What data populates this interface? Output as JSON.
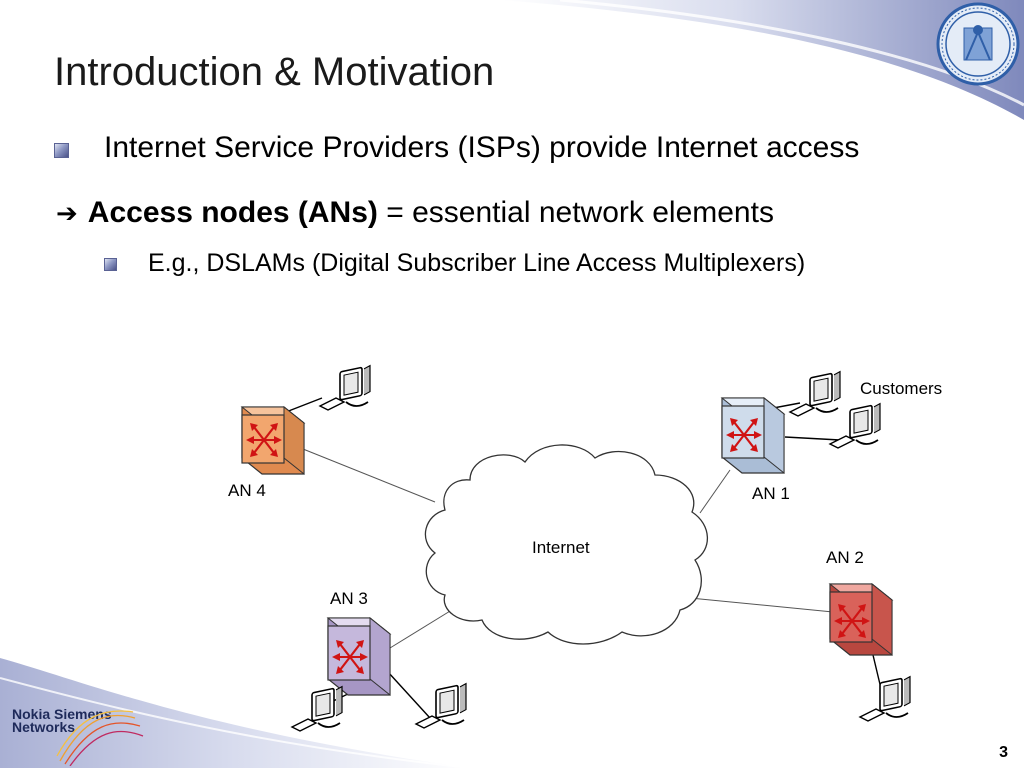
{
  "slide": {
    "title": "Introduction & Motivation",
    "bullet1": "Internet Service Providers (ISPs) provide Internet access",
    "bullet2_arrow": "➔",
    "bullet2_bold": "Access nodes (ANs)",
    "bullet2_rest": " = essential network elements",
    "bullet3": "E.g., DSLAMs (Digital Subscriber Line Access Multiplexers)",
    "page_number": "3"
  },
  "diagram": {
    "cloud_label": "Internet",
    "customers_label": "Customers",
    "nodes": [
      {
        "id": "an4",
        "label": "AN 4",
        "color": "#f2a66e"
      },
      {
        "id": "an1",
        "label": "AN 1",
        "color": "#cfdceb"
      },
      {
        "id": "an2",
        "label": "AN 2",
        "color": "#d9625a"
      },
      {
        "id": "an3",
        "label": "AN 3",
        "color": "#c5b8dc"
      }
    ]
  },
  "branding": {
    "logo_line1": "Nokia Siemens",
    "logo_line2": "Networks",
    "seal_color": "#2f5fa8",
    "accent_color": "#3a4a8c"
  }
}
